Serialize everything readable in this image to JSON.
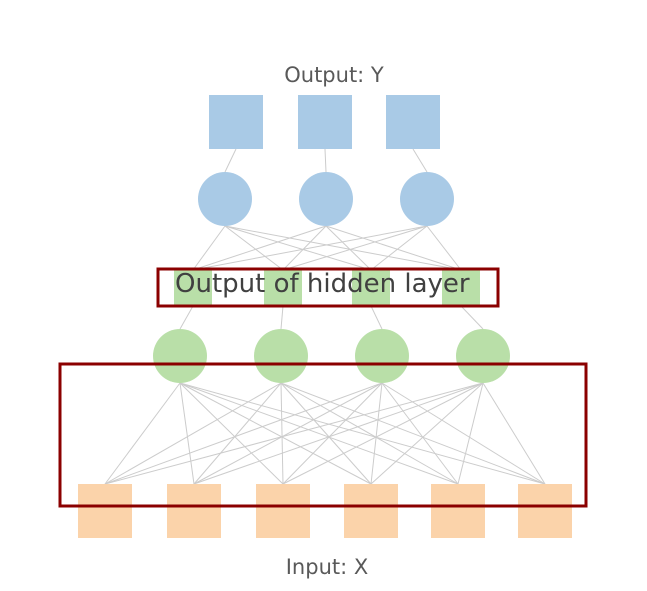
{
  "labels": {
    "output": "Output: Y",
    "hidden_output": "Output of hidden layer",
    "input": "Input: X"
  },
  "colors": {
    "output_node": "#a9cae6",
    "hidden_top_node": "#a9cae6",
    "hidden_node": "#b9dfa8",
    "input_node": "#fbd3aa",
    "edge": "#cccccc",
    "highlight_box": "#8b0000",
    "text": "#595959"
  },
  "network": {
    "input_units": 6,
    "hidden_units": 4,
    "hidden_output_units": 4,
    "upper_hidden_units": 3,
    "output_units": 3
  }
}
